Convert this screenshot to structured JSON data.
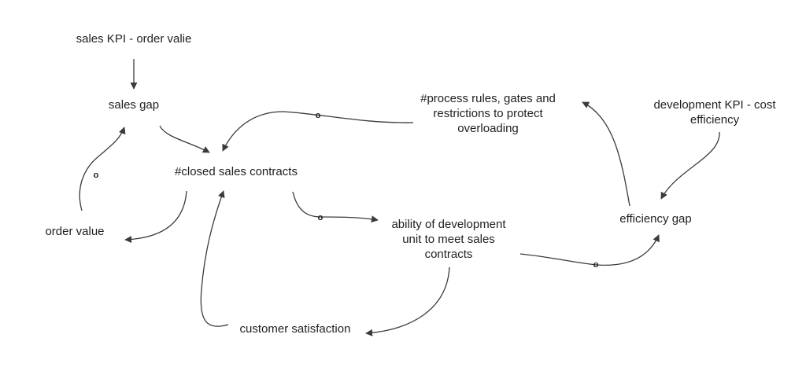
{
  "diagram": {
    "type": "causal-loop",
    "colors": {
      "text": "#1f1f1f",
      "arrow": "#3a3a3a",
      "background": "#ffffff"
    },
    "nodes": {
      "sales_kpi": "sales KPI - order valie",
      "sales_gap": "sales gap",
      "closed_sales_contracts": "#closed sales contracts",
      "order_value": "order value",
      "customer_satisfaction": "customer satisfaction",
      "ability_of_development_unit": "ability of development\nunit to meet sales\ncontracts",
      "process_rules": "#process rules, gates and\nrestrictions to protect\noverloading",
      "development_kpi": "development KPI - cost\nefficiency",
      "efficiency_gap": "efficiency gap"
    },
    "links": [
      {
        "from": "sales_kpi",
        "to": "sales_gap",
        "polarity": ""
      },
      {
        "from": "sales_gap",
        "to": "closed_sales_contracts",
        "polarity": ""
      },
      {
        "from": "order_value",
        "to": "sales_gap",
        "polarity": "o"
      },
      {
        "from": "closed_sales_contracts",
        "to": "order_value",
        "polarity": ""
      },
      {
        "from": "customer_satisfaction",
        "to": "closed_sales_contracts",
        "polarity": ""
      },
      {
        "from": "closed_sales_contracts",
        "to": "ability_of_development_unit",
        "polarity": "o"
      },
      {
        "from": "ability_of_development_unit",
        "to": "customer_satisfaction",
        "polarity": ""
      },
      {
        "from": "ability_of_development_unit",
        "to": "efficiency_gap",
        "polarity": "o"
      },
      {
        "from": "process_rules",
        "to": "closed_sales_contracts",
        "polarity": "o"
      },
      {
        "from": "efficiency_gap",
        "to": "process_rules",
        "polarity": ""
      },
      {
        "from": "development_kpi",
        "to": "efficiency_gap",
        "polarity": ""
      }
    ]
  }
}
